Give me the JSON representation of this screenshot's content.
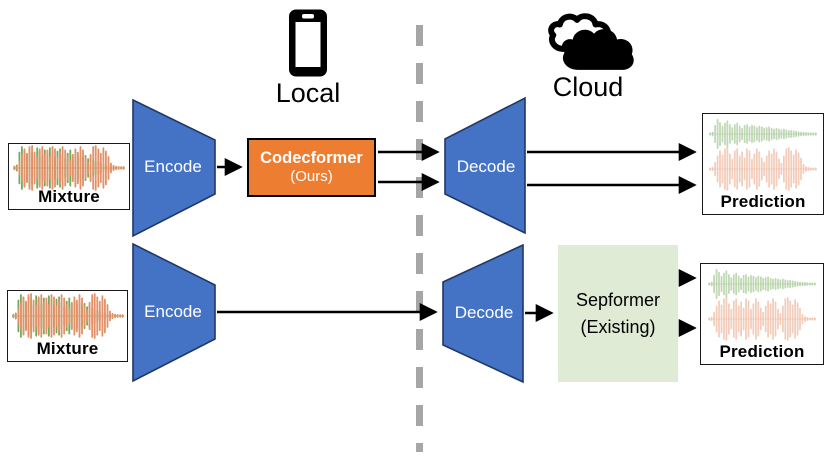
{
  "diagram": {
    "regions": {
      "local_label": "Local",
      "cloud_label": "Cloud"
    },
    "top_pipeline": {
      "mixture_label": "Mixture",
      "encode_label": "Encode",
      "codecformer_title": "Codecformer",
      "codecformer_subtitle": "(Ours)",
      "decode_label": "Decode",
      "prediction_label": "Prediction"
    },
    "bottom_pipeline": {
      "mixture_label": "Mixture",
      "encode_label": "Encode",
      "decode_label": "Decode",
      "sepformer_title": "Sepformer",
      "sepformer_subtitle": "(Existing)",
      "prediction_label": "Prediction"
    },
    "icons": {
      "phone": "smartphone-icon",
      "cloud": "cloud-icon"
    },
    "colors": {
      "encoder_decoder_blue": "#4472C4",
      "encoder_decoder_border": "#203864",
      "codecformer_orange": "#ED7D31",
      "sepformer_green": "#DFEBD5",
      "divider_gray": "#A6A6A6",
      "arrow_black": "#000000",
      "waveform_green": "#76A95C",
      "waveform_orange": "#E29169"
    }
  }
}
